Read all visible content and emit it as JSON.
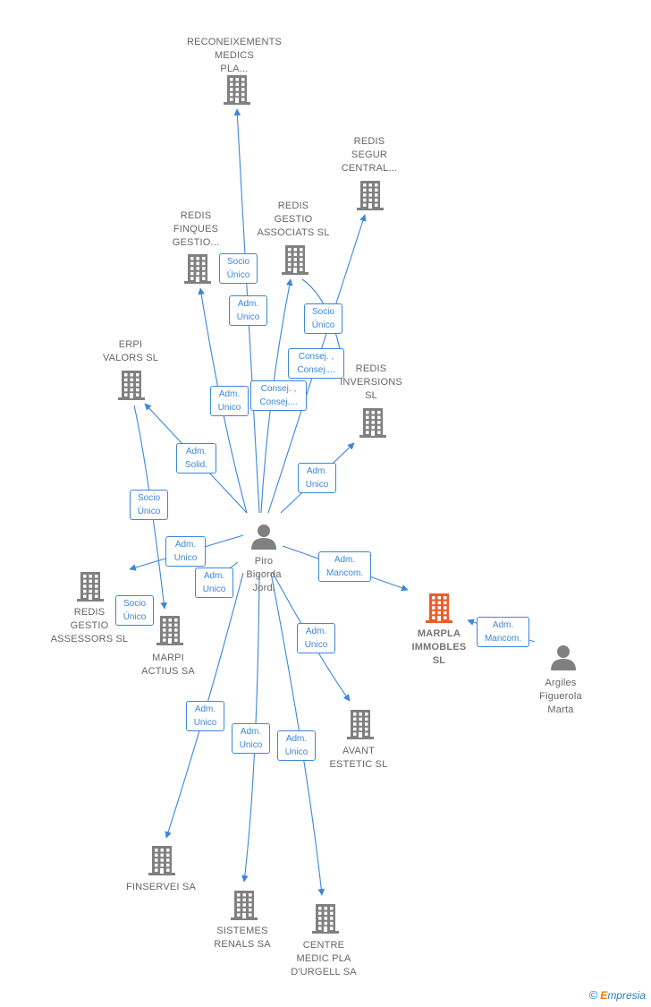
{
  "colors": {
    "edge": "#3d86d9",
    "company": "#808080",
    "focus_company": "#f05a28",
    "person": "#808080"
  },
  "nodes": [
    {
      "id": "reconeixements",
      "type": "company",
      "label": "RECONEIXEMENTS\nMEDICS\nPLA..."
    },
    {
      "id": "redis_segur",
      "type": "company",
      "label": "REDIS\nSEGUR\nCENTRAL..."
    },
    {
      "id": "redis_finques",
      "type": "company",
      "label": "REDIS\nFINQUES\nGESTIO..."
    },
    {
      "id": "redis_gestio_assoc",
      "type": "company",
      "label": "REDIS\nGESTIO\nASSOCIATS  SL"
    },
    {
      "id": "erpi",
      "type": "company",
      "label": "ERPI\nVALORS SL"
    },
    {
      "id": "redis_inversions",
      "type": "company",
      "label": "REDIS\nINVERSIONS\nSL"
    },
    {
      "id": "piro",
      "type": "person",
      "label": "Piro\nBigorda\nJordi"
    },
    {
      "id": "redis_gestio_assessors",
      "type": "company",
      "label": "REDIS\nGESTIO\nASSESSORS SL"
    },
    {
      "id": "marpi",
      "type": "company",
      "label": "MARPI\nACTIUS SA"
    },
    {
      "id": "marpla",
      "type": "company",
      "focus": true,
      "label": "MARPLA\nIMMOBLES\nSL"
    },
    {
      "id": "argiles",
      "type": "person",
      "label": "Argiles\nFiguerola\nMarta"
    },
    {
      "id": "avant",
      "type": "company",
      "label": "AVANT\nESTETIC SL"
    },
    {
      "id": "finservei",
      "type": "company",
      "label": "FINSERVEI SA"
    },
    {
      "id": "sistemes",
      "type": "company",
      "label": "SISTEMES\nRENALS SA"
    },
    {
      "id": "centre_medic",
      "type": "company",
      "label": "CENTRE\nMEDIC PLA\nD'URGELL SA"
    }
  ],
  "edges": [
    {
      "from": "piro",
      "to": "reconeixements",
      "label": "Adm.\nUnico"
    },
    {
      "from": "piro",
      "to": "redis_finques",
      "label": "Adm.\nUnico"
    },
    {
      "from": "piro",
      "to": "redis_gestio_assoc",
      "label": "Consej. ,\nConsej...."
    },
    {
      "from": "piro",
      "to": "redis_segur",
      "label": "Consej. ,\nConsej...."
    },
    {
      "from": "redis_gestio_assoc",
      "to": "redis_inversions",
      "label": "Socio\nÚnico"
    },
    {
      "from": "piro",
      "to": "redis_inversions",
      "label": "Adm.\nUnico"
    },
    {
      "from": "piro",
      "to": "erpi",
      "label": "Adm.\nSolid."
    },
    {
      "from": "piro",
      "to": "redis_gestio_assessors",
      "label": "Adm.\nUnico"
    },
    {
      "from": "piro",
      "to": "marpi",
      "label": "Adm.\nUnico"
    },
    {
      "from": "erpi",
      "to": "marpi",
      "label": "Socio\nÚnico"
    },
    {
      "from": "redis_finques",
      "to": "reconeixements",
      "label": "Socio\nÚnico"
    },
    {
      "from": "piro",
      "to": "marpla",
      "label": "Adm.\nMancom."
    },
    {
      "from": "argiles",
      "to": "marpla",
      "label": "Adm.\nMancom."
    },
    {
      "from": "piro",
      "to": "avant",
      "label": "Adm.\nUnico"
    },
    {
      "from": "piro",
      "to": "finservei",
      "label": "Adm.\nUnico"
    },
    {
      "from": "piro",
      "to": "sistemes",
      "label": "Adm.\nUnico"
    },
    {
      "from": "piro",
      "to": "centre_medic",
      "label": "Adm.\nUnico"
    },
    {
      "from": "marpi",
      "to": "marpi_self",
      "label": "Socio\nÚnico"
    }
  ],
  "footer": {
    "copyright_symbol": "©",
    "brand_initial": "E",
    "brand_rest": "mpresia"
  }
}
